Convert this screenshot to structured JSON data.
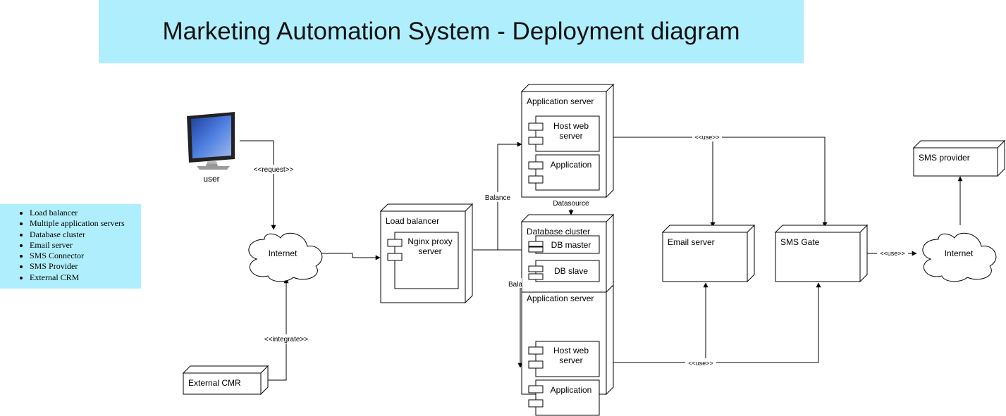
{
  "title": "Marketing Automation System - Deployment diagram",
  "features": [
    "Load balancer",
    "Multiple application servers",
    "Database cluster",
    "Email server",
    "SMS Connector",
    "SMS Provider",
    "External CRM"
  ],
  "nodes": {
    "user": "user",
    "internet_left": "Internet",
    "internet_right": "Internet",
    "external_crm": "External CMR",
    "load_balancer": "Load balancer",
    "nginx": [
      "Nginx proxy",
      "server"
    ],
    "app_server_top": "Application server",
    "app_server_bottom": "Application server",
    "host_web_server": [
      "Host web",
      "server"
    ],
    "application": "Application",
    "db_cluster": "Database cluster",
    "db_master": "DB master",
    "db_slave": "DB slave",
    "email_server": "Email server",
    "sms_gate": "SMS Gate",
    "sms_provider": "SMS provider"
  },
  "edges": {
    "request": "<<request>>",
    "integrate": "<<integrate>>",
    "balance_top": "Balance",
    "balance_bottom": "Bala",
    "datasource": "Datasource",
    "use_top": "<<use>>",
    "use_bottom": "<<use>>",
    "use_right": "<<use>>"
  },
  "colors": {
    "banner": "#afeffd",
    "monitor_screen": "#3b63c8",
    "stroke": "#000000"
  }
}
